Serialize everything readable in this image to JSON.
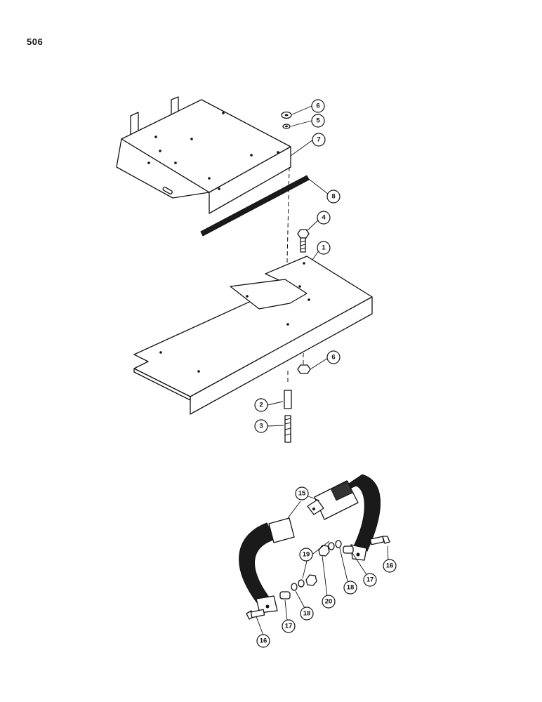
{
  "page": {
    "number": "506"
  },
  "callouts": [
    {
      "id": "c6a",
      "label": "6"
    },
    {
      "id": "c5",
      "label": "5"
    },
    {
      "id": "c7",
      "label": "7"
    },
    {
      "id": "c8",
      "label": "8"
    },
    {
      "id": "c4",
      "label": "4"
    },
    {
      "id": "c1",
      "label": "1"
    },
    {
      "id": "c6b",
      "label": "6"
    },
    {
      "id": "c2",
      "label": "2"
    },
    {
      "id": "c3",
      "label": "3"
    },
    {
      "id": "c15",
      "label": "15"
    },
    {
      "id": "c19",
      "label": "19"
    },
    {
      "id": "c16a",
      "label": "16"
    },
    {
      "id": "c17a",
      "label": "17"
    },
    {
      "id": "c18a",
      "label": "18"
    },
    {
      "id": "c20",
      "label": "20"
    },
    {
      "id": "c16b",
      "label": "16"
    },
    {
      "id": "c17b",
      "label": "17"
    },
    {
      "id": "c18b",
      "label": "18"
    }
  ]
}
